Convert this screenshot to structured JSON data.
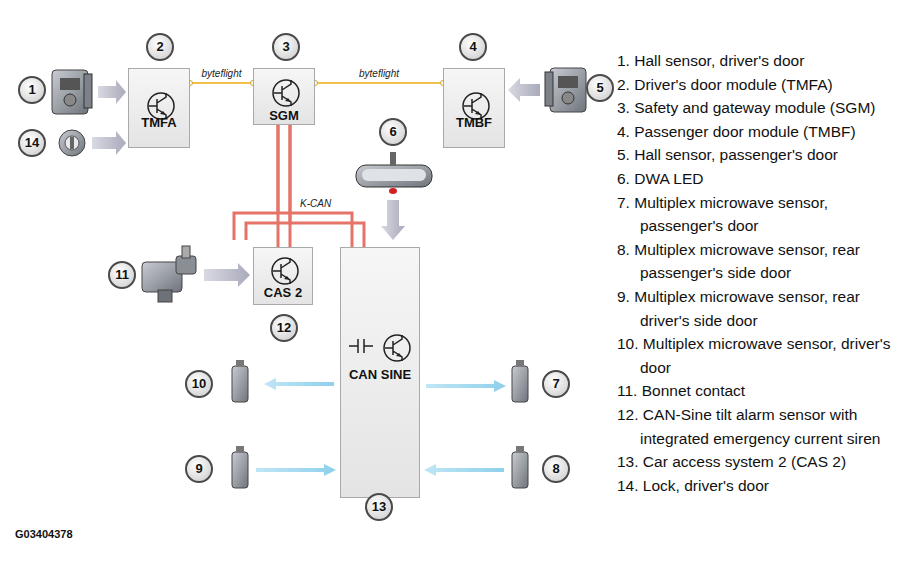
{
  "diagram": {
    "nodes": [
      {
        "text": [
          "TMFA"
        ]
      },
      {
        "text": [
          "SGM"
        ]
      },
      {
        "text": [
          "TMBF"
        ]
      },
      {
        "text": [
          "CAS 2"
        ]
      },
      {
        "text": [
          "CAN SINE"
        ]
      }
    ],
    "edges": [
      {
        "from": 0,
        "to": 1,
        "arrow": "none",
        "label": "byteflight"
      },
      {
        "from": 1,
        "to": 2,
        "arrow": "none",
        "label": "byteflight"
      },
      {
        "from": 1,
        "to": 3,
        "arrow": "none",
        "label": "K-CAN"
      },
      {
        "from": 1,
        "to": 4,
        "arrow": "none"
      }
    ],
    "labels": [
      "1",
      "2",
      "3",
      "4",
      "5",
      "14",
      "6",
      "11",
      "12",
      "10",
      "7",
      "9",
      "8",
      "13",
      "1. Hall sensor, driver's door",
      "2. Driver's door module (TMFA)",
      "3. Safety and gateway module (SGM)",
      "4. Passenger door module (TMBF)",
      "5. Hall sensor, passenger's door",
      "6. DWA LED",
      "7. Multiplex microwave sensor, passenger's door",
      "8. Multiplex microwave sensor, rear passenger's side door",
      "9. Multiplex microwave sensor, rear driver's side door",
      "10. Multiplex microwave sensor, driver's door",
      "11. Bonnet contact",
      "12. CAN-Sine tilt alarm sensor with integrated emergency current siren",
      "13. Car access system 2 (CAS 2)",
      "14. Lock, driver's door",
      "G03404378"
    ]
  }
}
